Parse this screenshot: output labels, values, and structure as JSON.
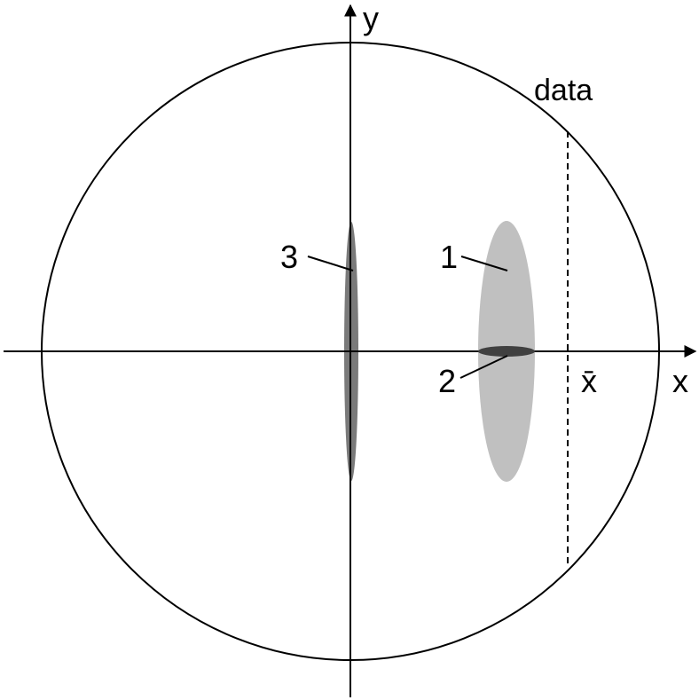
{
  "labels": {
    "y_axis": "y",
    "x_axis": "x",
    "data": "data",
    "x_bar": "x̄",
    "item_1": "1",
    "item_2": "2",
    "item_3": "3"
  },
  "colors": {
    "line": "#000000",
    "ellipse_1": "#c0c0c0",
    "ellipse_2": "#404040",
    "ellipse_3": "#7a7a7a"
  }
}
